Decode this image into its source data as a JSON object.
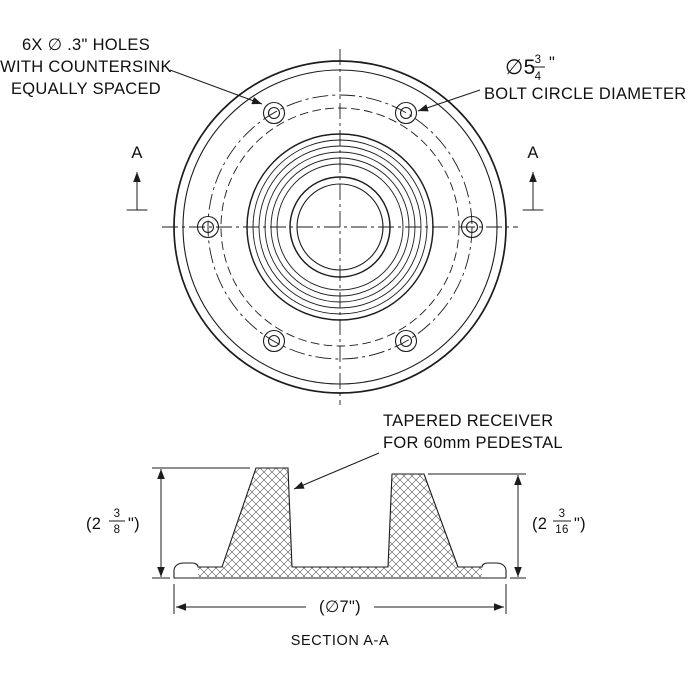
{
  "colors": {
    "line": "#1c1c1c",
    "text": "#101010",
    "background": "#ffffff"
  },
  "top_view": {
    "holes_note_line1": "6X ∅ .3\" HOLES",
    "holes_note_line2": "WITH COUNTERSINK",
    "holes_note_line3": "EQUALLY SPACED",
    "bolt_label_prefix": "∅5",
    "bolt_label_num": "3",
    "bolt_label_den": "4",
    "bolt_label_suffix": "\"",
    "bolt_label_line2": "BOLT CIRCLE DIAMETER",
    "section_letter_left": "A",
    "section_letter_right": "A"
  },
  "section_view": {
    "receiver_note_line1": "TAPERED RECEIVER",
    "receiver_note_line2": "FOR 60mm PEDESTAL",
    "dim_left_prefix": "(2",
    "dim_left_num": "3",
    "dim_left_den": "8",
    "dim_left_suffix": "\")",
    "dim_right_prefix": "(2",
    "dim_right_num": "3",
    "dim_right_den": "16",
    "dim_right_suffix": "\")",
    "dim_width": "(∅7\")",
    "caption": "SECTION A-A"
  }
}
